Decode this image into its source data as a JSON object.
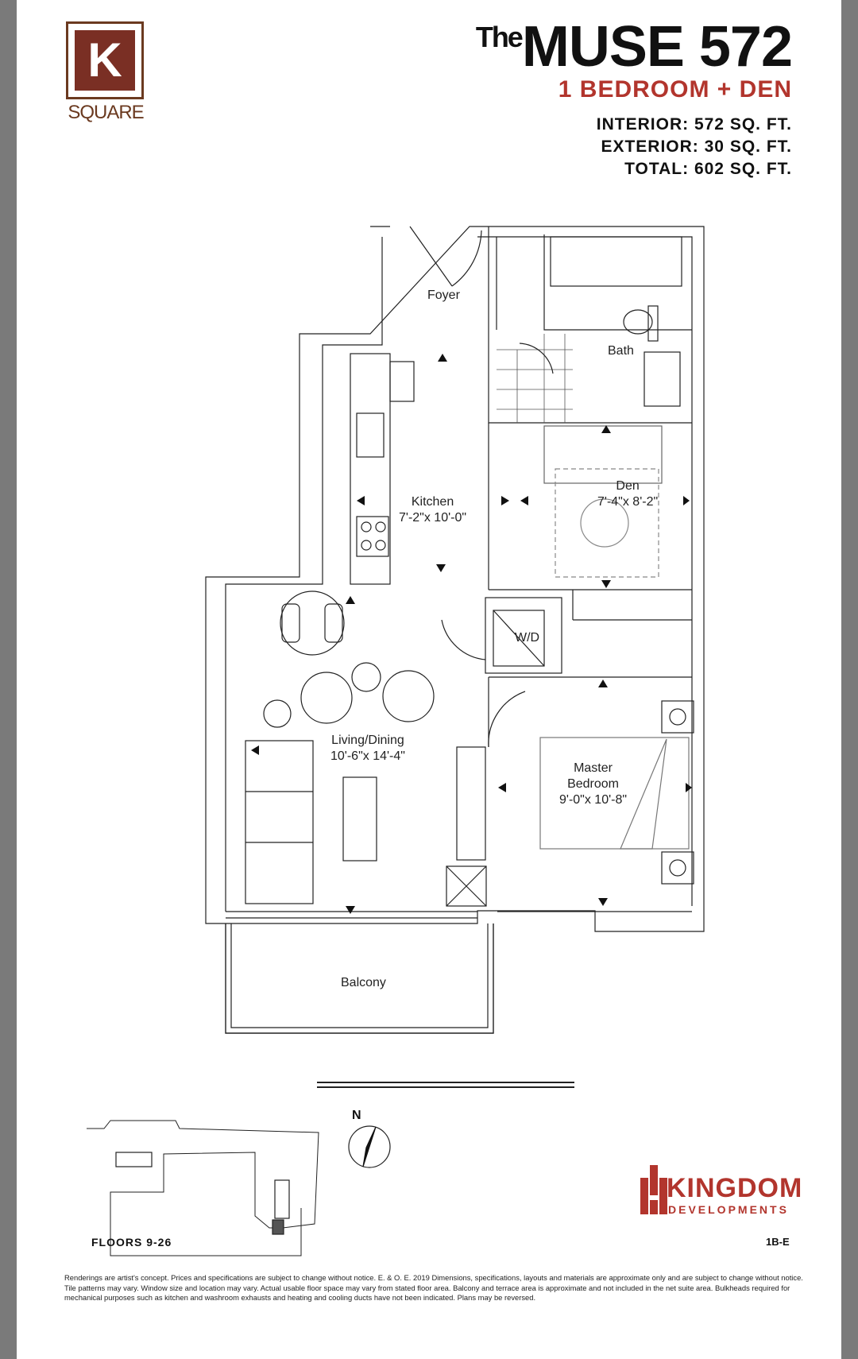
{
  "logo": {
    "letter": "K",
    "word": "SQUARE"
  },
  "title": {
    "prefix": "The",
    "main": "MUSE 572",
    "unit_type": "1 BEDROOM + DEN"
  },
  "areas": [
    "INTERIOR: 572 SQ. FT.",
    "EXTERIOR: 30 SQ. FT.",
    "TOTAL: 602 SQ. FT."
  ],
  "rooms": [
    {
      "name": "Foyer"
    },
    {
      "name": "Bath"
    },
    {
      "name": "Den",
      "size": "7'-4\"x 8'-2\""
    },
    {
      "name": "Kitchen",
      "size": "7'-2\"x 10'-0\""
    },
    {
      "name": "W/D"
    },
    {
      "name": "Living/Dining",
      "size": "10'-6\"x 14'-4\""
    },
    {
      "name_line1": "Master",
      "name_line2": "Bedroom",
      "size": "9'-0\"x 10'-8\""
    },
    {
      "name": "Balcony"
    }
  ],
  "compass_label": "N",
  "floors": "FLOORS 9-26",
  "developer": {
    "name": "KINGDOM",
    "sub": "DEVELOPMENTS"
  },
  "plan_code": "1B-E",
  "disclaimer": "Renderings are artist's concept. Prices and specifications are subject to change without notice. E. & O. E. 2019 Dimensions, specifications, layouts and materials are approximate only and are subject to change without notice. Tile patterns may vary. Window size and location may vary. Actual usable floor space may vary from stated floor area. Balcony and terrace area is approximate and not included in the net suite area. Bulkheads required for mechanical purposes such as kitchen and washroom exhausts and heating and cooling ducts have not been indicated. Plans may be reversed.",
  "colors": {
    "brand_red": "#b2352d",
    "logo_brown": "#6b3a20",
    "logo_fill": "#7a2f24"
  }
}
